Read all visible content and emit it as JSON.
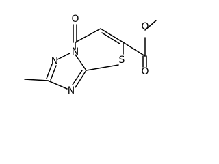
{
  "molecule": {
    "atoms": {
      "carbonyl_oxygen": "O",
      "ring_n_top": "N",
      "ring_n_left": "N",
      "ring_n_bottom": "N",
      "ring_sulfur": "S",
      "ester_oxygen_double": "O",
      "ester_oxygen_single": "O"
    }
  }
}
